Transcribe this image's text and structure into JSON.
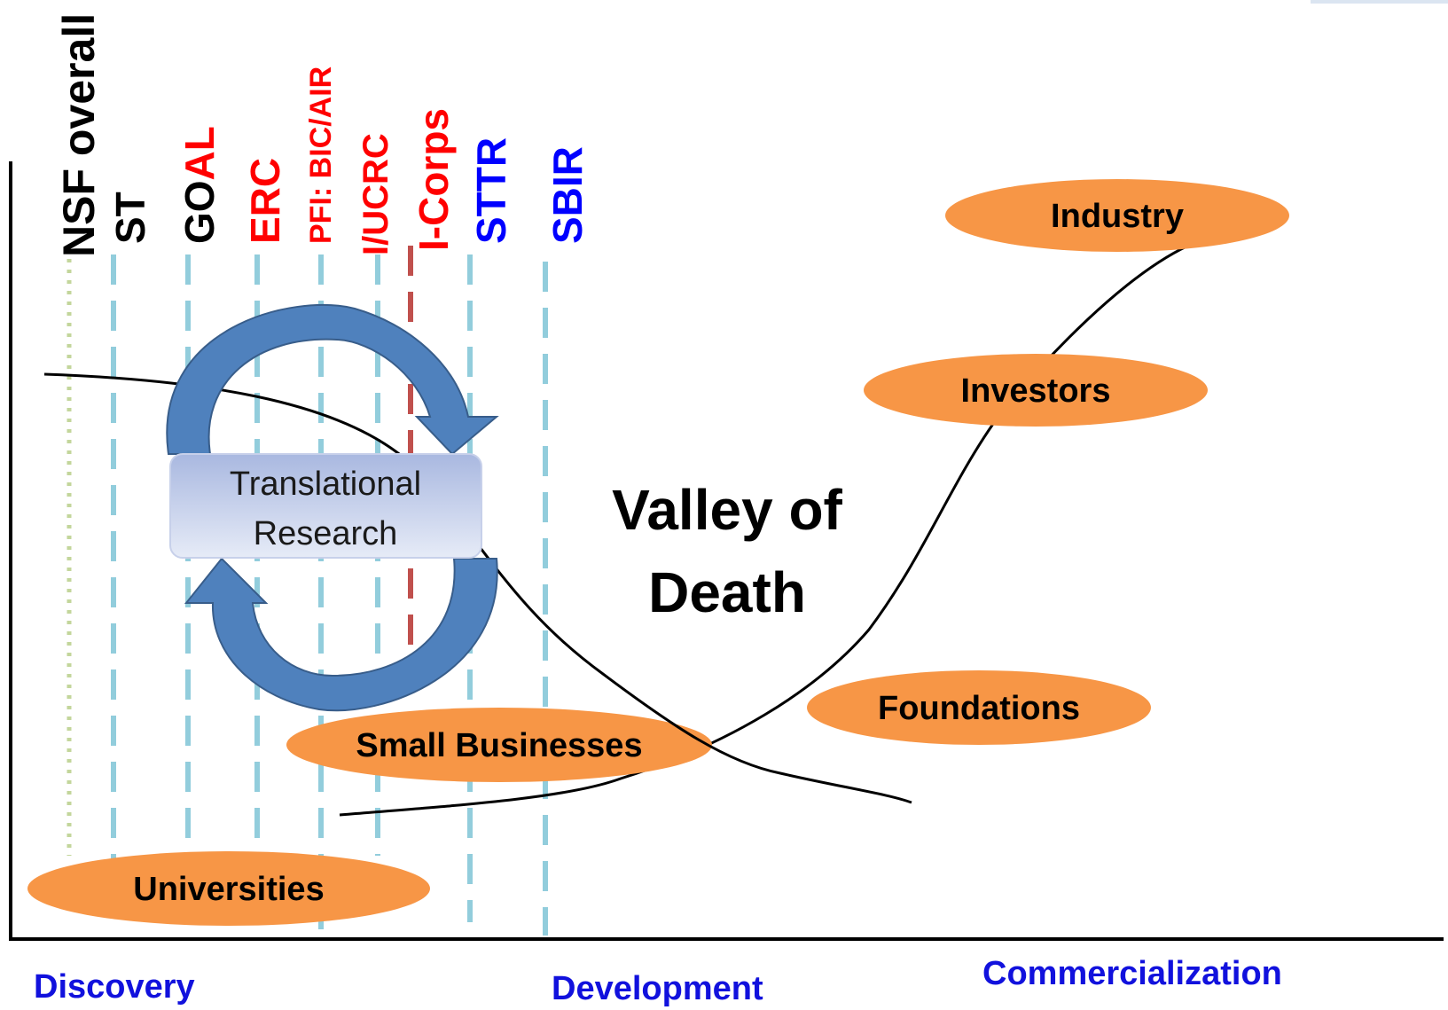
{
  "colors": {
    "ellipse_fill": "#f79646",
    "dash_blue": "#92cddc",
    "dash_red": "#c0504d",
    "dotted_green": "#c3d69b",
    "arrow_blue": "#4f81bd",
    "program_black": "#000000",
    "program_red": "#ff0000",
    "program_blue": "#0000ff",
    "stage_blue": "#1111dd"
  },
  "programs": [
    {
      "label": "NSF overall",
      "color": "black"
    },
    {
      "label": "ST",
      "color": "black"
    },
    {
      "label": "GO",
      "label2": "AL",
      "color": "black",
      "color2": "red"
    },
    {
      "label": "ERC",
      "color": "red"
    },
    {
      "label": "PFI: BIC/AIR",
      "color": "red"
    },
    {
      "label": "I/UCRC",
      "color": "red"
    },
    {
      "label": "I-Corps",
      "color": "red"
    },
    {
      "label": "STTR",
      "color": "blue"
    },
    {
      "label": "SBIR",
      "color": "blue"
    }
  ],
  "center_box": {
    "line1": "Translational",
    "line2": "Research"
  },
  "valley": {
    "line1": "Valley of",
    "line2": "Death"
  },
  "actors": {
    "universities": "Universities",
    "small_businesses": "Small Businesses",
    "foundations": "Foundations",
    "investors": "Investors",
    "industry": "Industry"
  },
  "stages": {
    "discovery": "Discovery",
    "development": "Development",
    "commercialization": "Commercialization"
  },
  "icons": {
    "cycle": "circular-arrows-icon"
  }
}
